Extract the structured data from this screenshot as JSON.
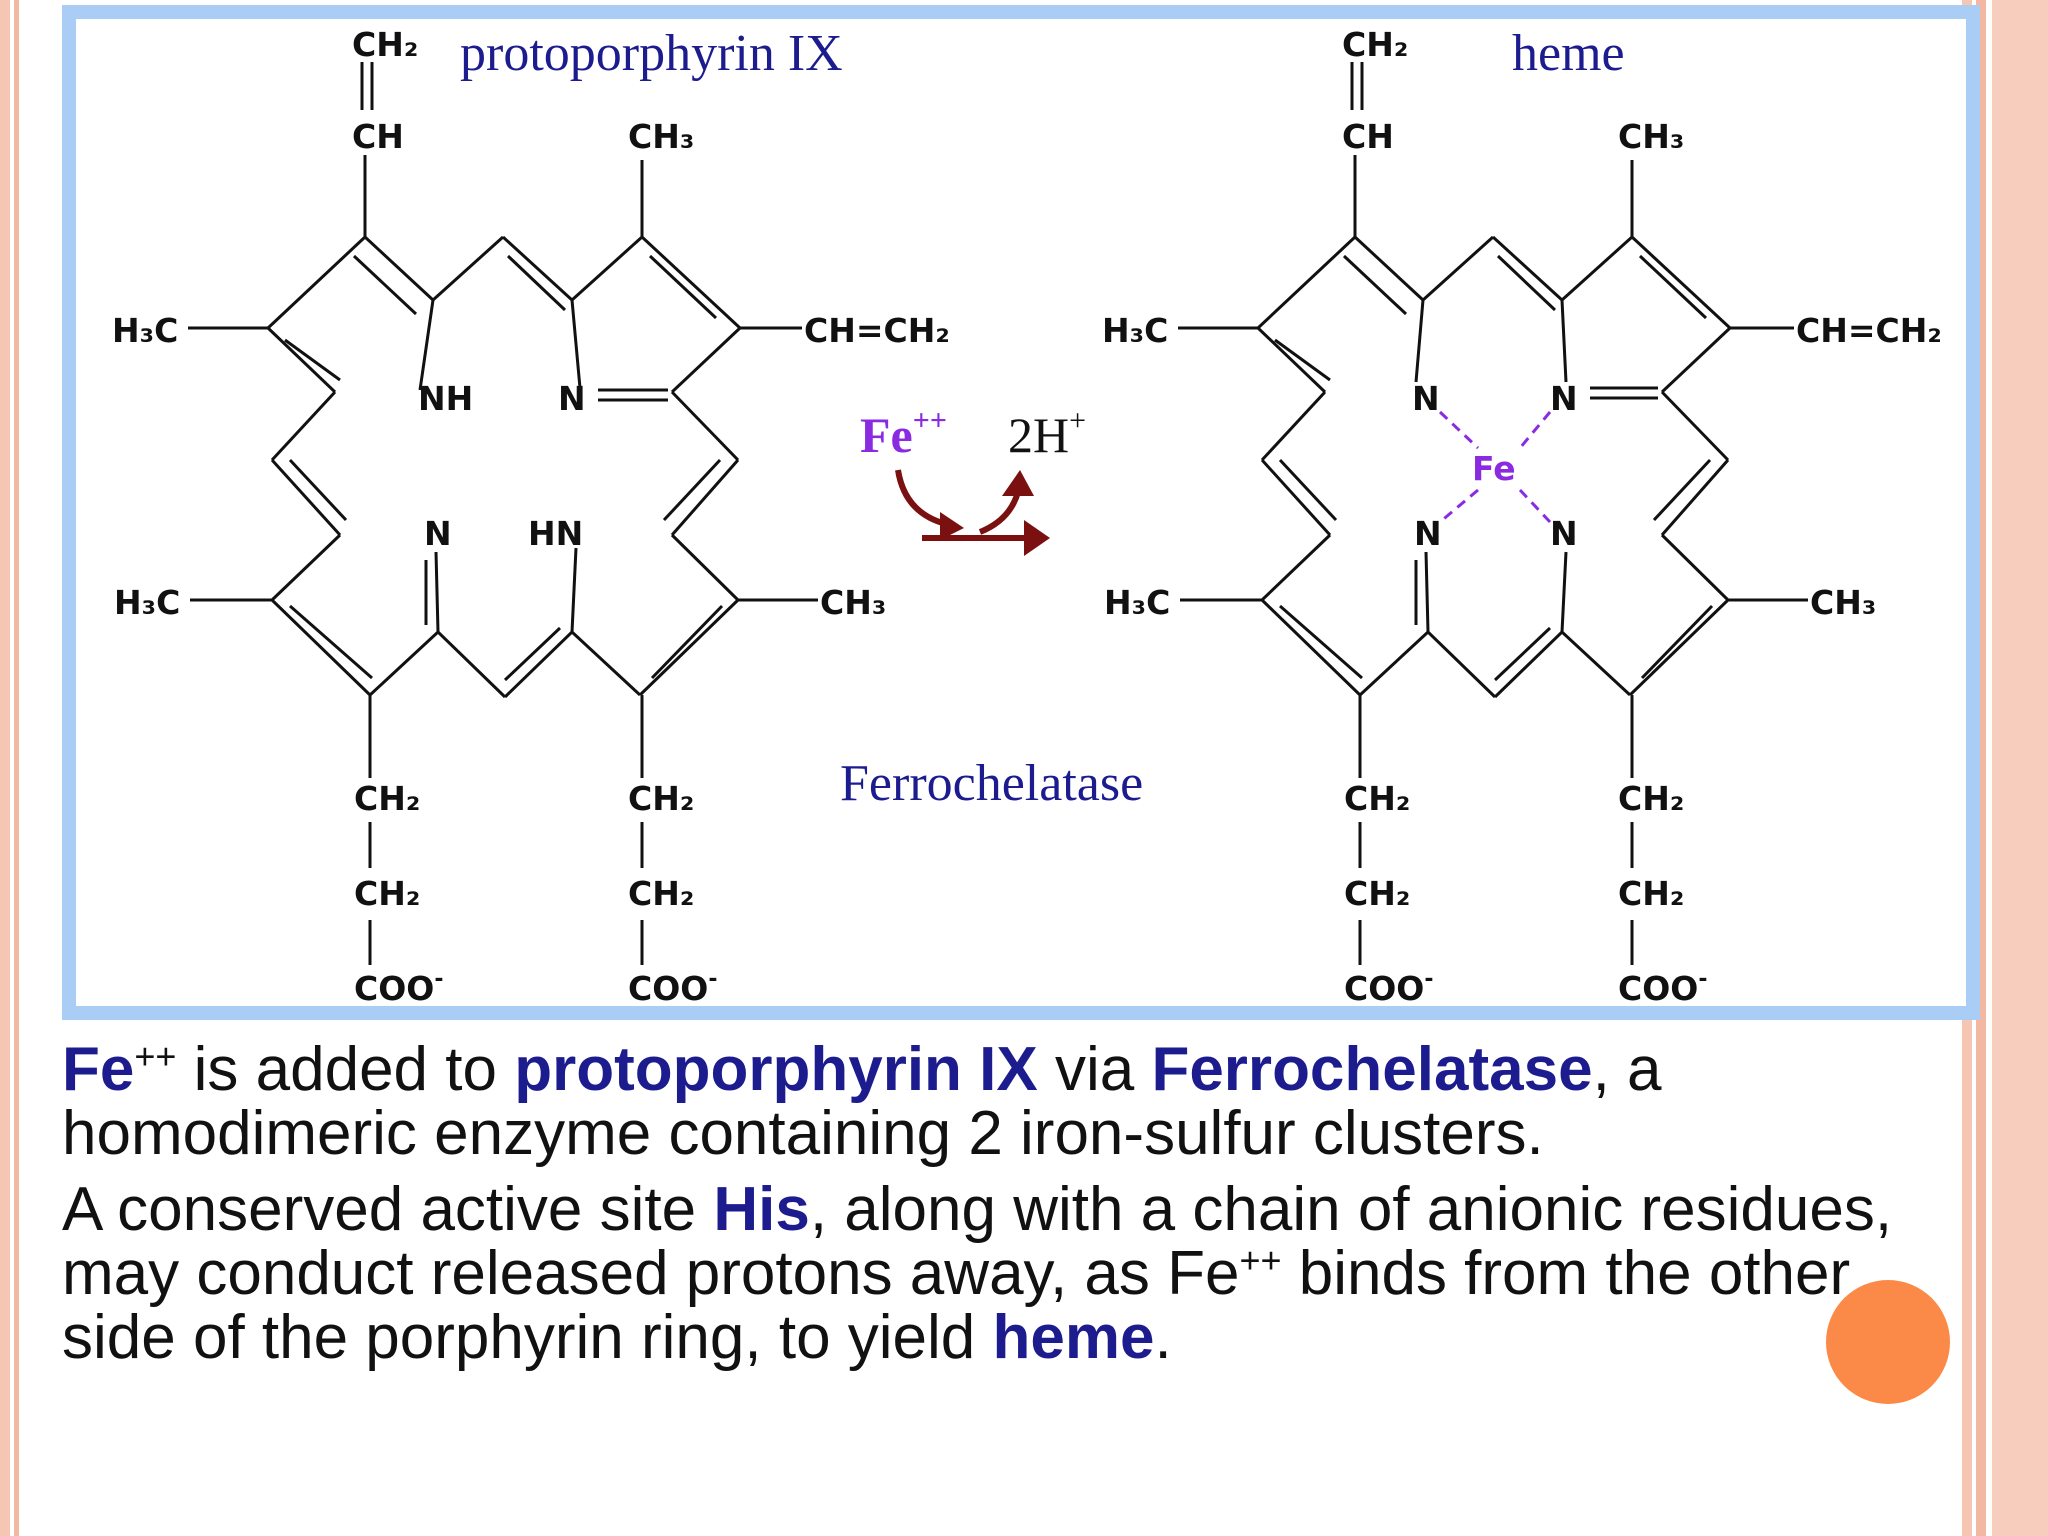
{
  "diagram": {
    "left_label": "protoporphyrin IX",
    "right_label": "heme",
    "enzyme_label": "Ferrochelatase",
    "reagent_in": "Fe",
    "reagent_in_charge": "++",
    "reagent_out": "2H",
    "reagent_out_charge": "+",
    "center_metal": "Fe",
    "atoms": {
      "vinyl_top_ch2": "CH₂",
      "vinyl_top_ch": "CH",
      "methyl_top": "CH₃",
      "methyl_left_upper": "H₃C",
      "methyl_left_lower": "H₃C",
      "vinyl_right": "CH=CH₂",
      "methyl_right": "CH₃",
      "nh": "NH",
      "hn": "HN",
      "n": "N",
      "ch2": "CH₂",
      "coo": "COO",
      "coo_charge": "-"
    }
  },
  "caption": {
    "p1_fe": "Fe",
    "p1_fe_charge": "++",
    "p1_t1": " is added to ",
    "p1_proto": "protoporphyrin IX",
    "p1_t2": " via ",
    "p1_ferro": "Ferrochelatase",
    "p1_t3": ", a homodimeric enzyme containing 2 iron-sulfur clusters.",
    "p2_t1": "A conserved active site ",
    "p2_his": "His",
    "p2_t2": ", along with a chain of anionic residues, may conduct released protons away, as Fe",
    "p2_fe_charge": "++",
    "p2_t3": " binds from the other side of the porphyrin ring, to yield ",
    "p2_heme": "heme",
    "p2_t4": "."
  },
  "colors": {
    "frame": "#a9cdf5",
    "highlight_text": "#1c1c8f",
    "iron": "#8a2be2",
    "arrow": "#7a1010",
    "decor_circle": "#fb8a48"
  }
}
